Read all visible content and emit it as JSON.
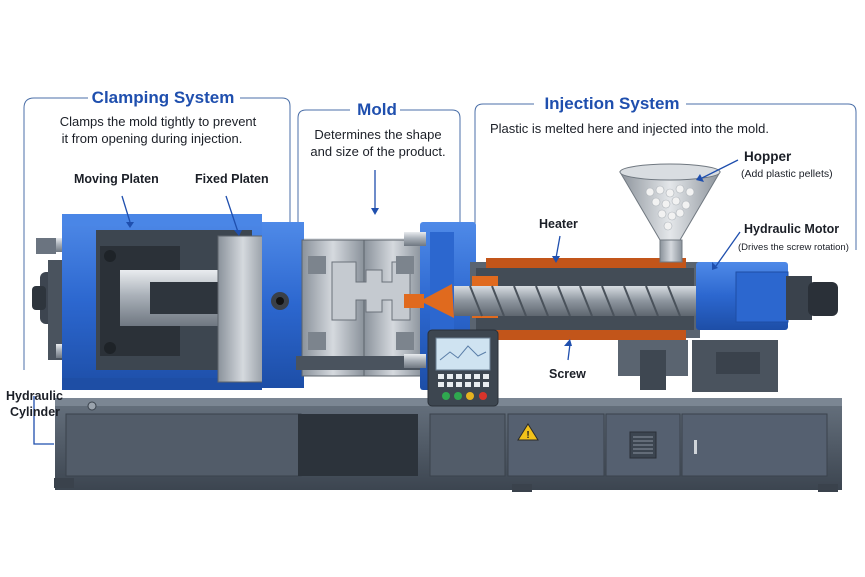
{
  "sections": {
    "clamping": {
      "title": "Clamping System",
      "desc_line1": "Clamps the mold tightly to prevent",
      "desc_line2": "it from opening during injection."
    },
    "mold": {
      "title": "Mold",
      "desc_line1": "Determines the shape",
      "desc_line2": "and size of the product."
    },
    "injection": {
      "title": "Injection System",
      "desc": "Plastic is melted here and injected into the mold."
    }
  },
  "labels": {
    "moving_platen": "Moving Platen",
    "fixed_platen": "Fixed Platen",
    "hydraulic_cylinder_line1": "Hydraulic",
    "hydraulic_cylinder_line2": "Cylinder",
    "heater": "Heater",
    "screw": "Screw",
    "hopper": "Hopper",
    "hopper_note": "(Add plastic pellets)",
    "hydraulic_motor": "Hydraulic Motor",
    "hydraulic_motor_note": "(Drives the screw rotation)"
  },
  "colors": {
    "title_blue": "#1f4fae",
    "machine_blue": "#2f6fd6",
    "base_slate": "#4d5866",
    "steel": "#b9bfc6",
    "heater_orange": "#e06a1e"
  }
}
